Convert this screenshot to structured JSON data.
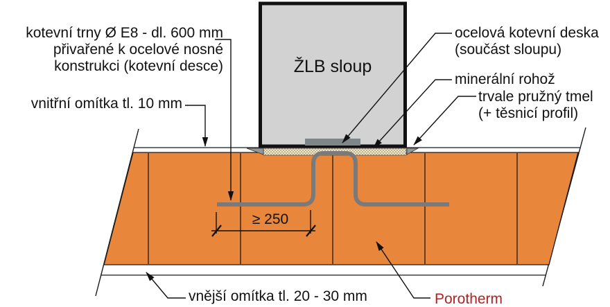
{
  "diagram": {
    "type": "construction-detail-horizontal-section",
    "column_label": "ŽLB sloup",
    "labels": {
      "anchor_pins": "kotevní trny Ø E8 - dl. 600 mm\npřivařené k ocelové nosné\nkonstrukci (kotevní desce)",
      "inner_plaster": "vnitřní omítka tl. 10 mm",
      "anchor_plate": "ocelová kotevní deska\n(součást sloupu)",
      "mineral_mat": "minerální rohož",
      "flexible_sealant": "trvale pružný tmel\n(+ těsnicí profil)",
      "outer_plaster": "vnější omítka tl. 20 - 30 mm",
      "brand": "Porotherm"
    },
    "dimension": {
      "text": "≥ 250"
    },
    "colors": {
      "masonry": "#E8873C",
      "column_fill": "#D2D2D2",
      "plate": "#7F868A",
      "rod": "#7A7A7A",
      "mat_base": "#F0E9D2",
      "mat_dot": "#9B8C60",
      "sealant_fill": "#95989B",
      "line": "#1A1A1A",
      "brand_text": "#B22222"
    }
  }
}
